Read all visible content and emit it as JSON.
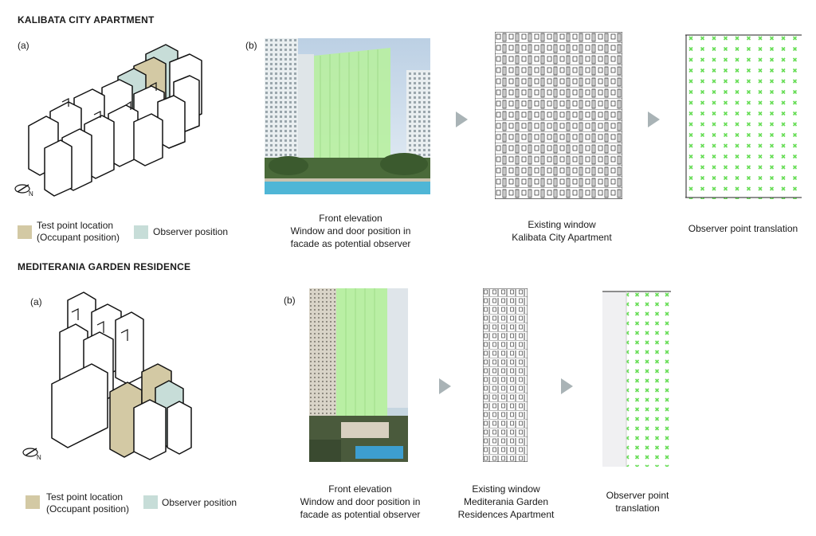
{
  "section1": {
    "title": "KALIBATA CITY APARTMENT",
    "label_a": "(a)",
    "label_b": "(b)",
    "legend": {
      "test_line1": "Test point location",
      "test_line2": "(Occupant position)",
      "observer": "Observer position"
    },
    "caption_front": [
      "Front elevation",
      "Window and door position in",
      "facade as potential observer"
    ],
    "caption_window": [
      "Existing window",
      "Kalibata City Apartment"
    ],
    "caption_translation": [
      "Observer point translation"
    ]
  },
  "section2": {
    "title": "MEDITERANIA GARDEN RESIDENCE",
    "label_a": "(a)",
    "label_b": "(b)",
    "legend": {
      "test_line1": "Test point location",
      "test_line2": "(Occupant position)",
      "observer": "Observer position"
    },
    "caption_front": [
      "Front elevation",
      "Window and door position in",
      "facade as potential observer"
    ],
    "caption_window": [
      "Existing window",
      "Mediterania Garden",
      "Residences Apartment"
    ],
    "caption_translation": [
      "Observer point",
      "translation"
    ]
  },
  "colors": {
    "test_point": "#d3c9a4",
    "observer": "#c7ddd8",
    "facade_highlight": "#b8f0a0",
    "marker": "#66dd55",
    "arrow": "#a9b3b6"
  },
  "icons": {
    "north": "north-arrow-icon",
    "flow": "triangle-right-icon"
  }
}
